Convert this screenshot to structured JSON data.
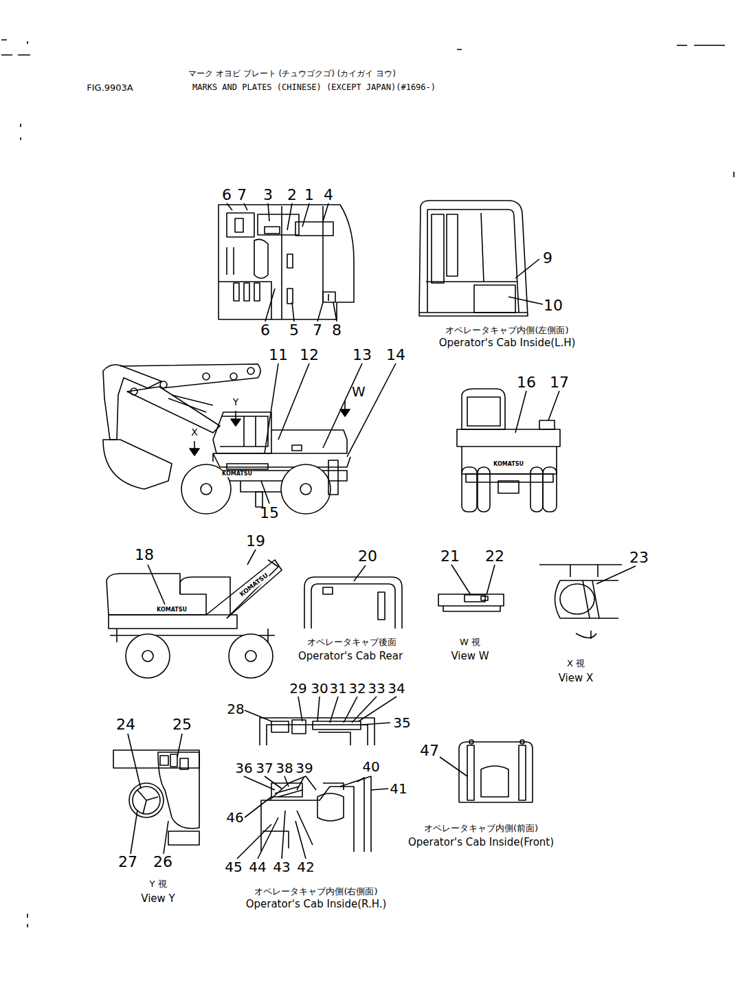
{
  "diagram": {
    "title": "MARKS AND PLATES (CHINESE) (EXCEPT JAPAN)(#1696-)",
    "labels": [
      "マーク オヨビ プレート (チュウゴクゴ) (カイガイ ヨウ)",
      "FIG.9903A",
      "6",
      "7",
      "3",
      "2",
      "1",
      "4",
      "6",
      "5",
      "7",
      "8",
      "9",
      "10",
      "オペレータキャブ内側(左側面)",
      "Operator's Cab Inside(L.H)",
      "11",
      "12",
      "13",
      "14",
      "W",
      "Y",
      "X",
      "15",
      "KOMATSU",
      "KOMATSU",
      "16",
      "17",
      "18",
      "19",
      "KOMATSU",
      "KOMATSU",
      "20",
      "21",
      "22",
      "23",
      "オペレータキャブ後面",
      "Operator's Cab Rear",
      "W 視",
      "View W",
      "X 視",
      "View X",
      "28",
      "29",
      "30",
      "31",
      "32",
      "33",
      "34",
      "35",
      "24",
      "25",
      "27",
      "26",
      "Y 視",
      "View Y",
      "36",
      "37",
      "38",
      "39",
      "40",
      "41",
      "46",
      "45",
      "44",
      "43",
      "42",
      "オペレータキャブ内側(右側面)",
      "Operator's Cab Inside(R.H.)",
      "47",
      "オペレータキャブ内側(前面)",
      "Operator's Cab Inside(Front)"
    ]
  }
}
